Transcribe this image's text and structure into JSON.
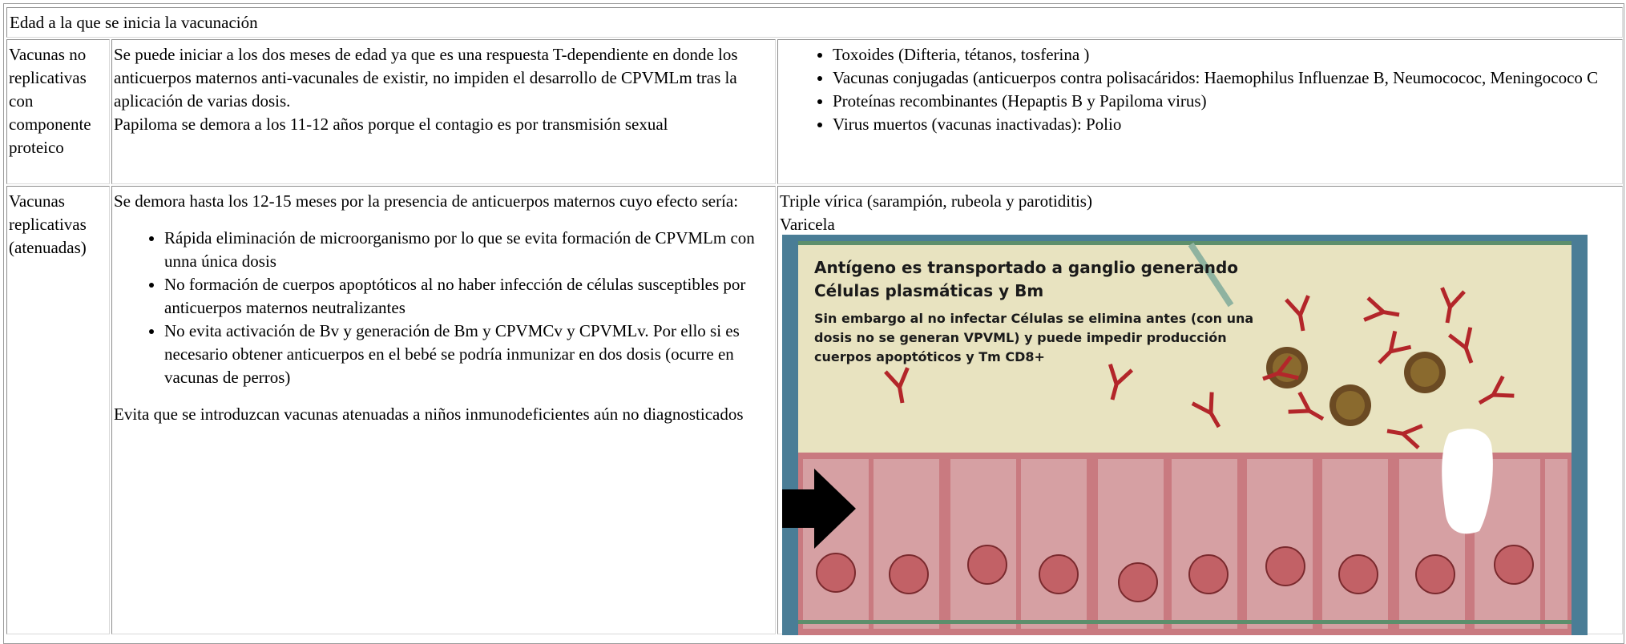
{
  "header": {
    "title": "Edad a la que se inicia la vacunación"
  },
  "rows": [
    {
      "category": "Vacunas no replicativas con componente proteico",
      "description": [
        "Se puede iniciar a los dos meses de edad ya que es una respuesta T-dependiente en donde los anticuerpos maternos anti-vacunales de existir, no impiden el desarrollo de CPVMLm tras la aplicación de varias dosis.",
        "Papiloma se demora a los 11-12 años porque el contagio es por transmisión sexual"
      ],
      "examples": [
        "Toxoides (Difteria, tétanos, tosferina )",
        "Vacunas conjugadas (anticuerpos contra polisacáridos: Haemophilus Influenzae B, Neumocococ, Meningococo C",
        "Proteínas recombinantes (Hepaptis B y Papiloma virus)",
        "Virus muertos (vacunas inactivadas): Polio"
      ]
    },
    {
      "category": "Vacunas replicativas (atenuadas)",
      "intro": "Se demora hasta los 12-15 meses por la presencia de anticuerpos maternos cuyo efecto sería:",
      "effects": [
        "Rápida eliminación de microorganismo por lo que se evita formación de CPVMLm con unna única dosis",
        "No formación de cuerpos apoptóticos al no haber infección de células susceptibles por anticuerpos maternos neutralizantes",
        "No evita activación de Bv y generación de Bm y CPVMCv y CPVMLv. Por ello si es necesario obtener anticuerpos en el bebé se podría inmunizar en dos dosis (ocurre en vacunas de perros)"
      ],
      "note": "Evita que se introduzcan vacunas atenuadas a niños inmunodeficientes aún no diagnosticados",
      "examples": [
        "Triple vírica (sarampión, rubeola y parotiditis)",
        "Varicela"
      ],
      "illustration": {
        "heading_line1": "Antígeno es transportado a ganglio generando",
        "heading_line2": "Células plasmáticas y Bm",
        "body": "Sin embargo al no infectar Células se elimina antes (con una dosis no se generan VPVML)  y puede impedir producción cuerpos apoptóticos y Tm CD8+",
        "colors": {
          "border": "#4a7d96",
          "background": "#e8e3c0",
          "antibody": "#b3262a",
          "virus": "#6b4a23",
          "cells": "#d6a0a3",
          "nucleus": "#c26166",
          "arrow": "#000000"
        }
      }
    }
  ]
}
